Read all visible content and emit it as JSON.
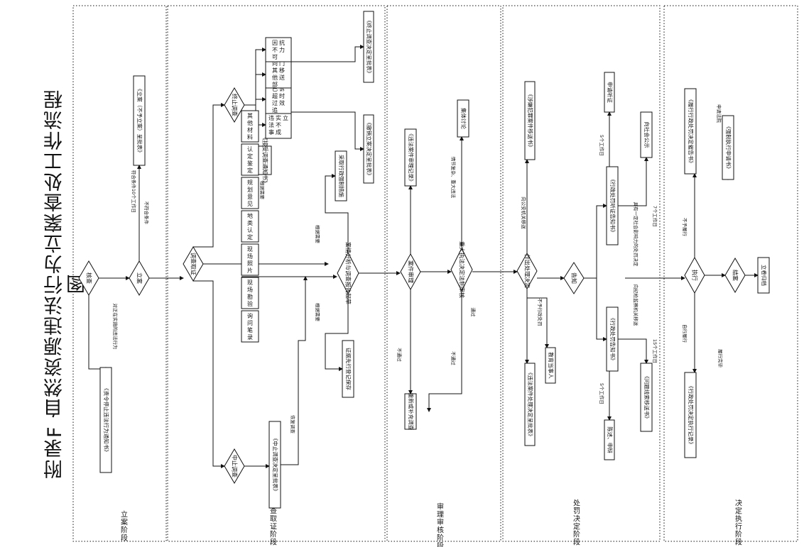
{
  "title": "附录F 自然资源违法行为立案查处工作流程图",
  "stages": [
    {
      "id": "s1",
      "label": "立案阶段"
    },
    {
      "id": "s2",
      "label": "调查取证阶段"
    },
    {
      "id": "s3",
      "label": "审理审核阶段"
    },
    {
      "id": "s4",
      "label": "处罚决定阶段"
    },
    {
      "id": "s5",
      "label": "决定执行阶段"
    }
  ],
  "nodes": [
    {
      "id": "hecha",
      "label": "核查",
      "shape": "diamond"
    },
    {
      "id": "tingzhi",
      "label": "《责令停止违法行为通知书》",
      "shape": "rect"
    },
    {
      "id": "lian",
      "label": "立案",
      "shape": "diamond"
    },
    {
      "id": "buyu",
      "label": "《立案（不予立案）呈批表》",
      "shape": "rect"
    },
    {
      "id": "diaocha",
      "label": "调查取证",
      "shape": "diamond"
    },
    {
      "id": "zhongzhi_d",
      "label": "中止调查",
      "shape": "diamond"
    },
    {
      "id": "zhongzhi_r",
      "label": "《中止调查决定呈批表》",
      "shape": "rect"
    },
    {
      "id": "zhongjie_d",
      "label": "终止调查",
      "shape": "diamond"
    },
    {
      "id": "xunwen",
      "label": "询问笔录",
      "shape": "rect"
    },
    {
      "id": "kancha",
      "label": "现场勘验",
      "shape": "rect"
    },
    {
      "id": "zhaopian",
      "label": "现场照片",
      "shape": "rect"
    },
    {
      "id": "dilei",
      "label": "地类认定",
      "shape": "rect"
    },
    {
      "id": "guihua",
      "label": "规划意见",
      "shape": "rect"
    },
    {
      "id": "jianding",
      "label": "认定鉴定",
      "shape": "rect"
    },
    {
      "id": "qita",
      "label": "其他材料",
      "shape": "rect"
    },
    {
      "id": "jieshou",
      "label": "《接受调查通知书》",
      "shape": "rect"
    },
    {
      "id": "weifa_bu",
      "label": "违法事实不成立",
      "shape": "rect"
    },
    {
      "id": "yichao",
      "label": "已超过追诉时效",
      "shape": "rect"
    },
    {
      "id": "yisong",
      "label": "向其他部门移送",
      "shape": "rect"
    },
    {
      "id": "buke",
      "label": "因不可抗力",
      "shape": "rect"
    },
    {
      "id": "zhongzhi_b",
      "label": "《终止调查决定呈批表》",
      "shape": "rect"
    },
    {
      "id": "cexiao",
      "label": "《撤销立案决定呈批表》",
      "shape": "rect"
    },
    {
      "id": "fenxi",
      "label": "案情分析与调查报告起草",
      "shape": "diamond"
    },
    {
      "id": "qiangzhi",
      "label": "采取行政强制措施",
      "shape": "rect"
    },
    {
      "id": "zhengju",
      "label": "证据先行登记保存",
      "shape": "rect"
    },
    {
      "id": "shenli",
      "label": "案件审理",
      "shape": "diamond"
    },
    {
      "id": "shenlijilu",
      "label": "《违法案件审理记录》",
      "shape": "rect"
    },
    {
      "id": "chongxin",
      "label": "重新或补充调查",
      "shape": "rect"
    },
    {
      "id": "zhongda",
      "label": "重大执法决定法制审核",
      "shape": "diamond"
    },
    {
      "id": "jiti",
      "label": "集体讨论",
      "shape": "rect"
    },
    {
      "id": "zuochu",
      "label": "作出处理决定",
      "shape": "diamond"
    },
    {
      "id": "shexian",
      "label": "《涉嫌犯罪案件移送书》",
      "shape": "rect"
    },
    {
      "id": "chuli_cp",
      "label": "《违法案件处理决定呈批表》",
      "shape": "rect"
    },
    {
      "id": "jiaoyu",
      "label": "教育当事人",
      "shape": "rect"
    },
    {
      "id": "gaozhi",
      "label": "告知",
      "shape": "diamond"
    },
    {
      "id": "tingzheng",
      "label": "《行政处罚听证告知书》",
      "shape": "rect"
    },
    {
      "id": "chufa_gz",
      "label": "《行政处罚告知书》",
      "shape": "rect"
    },
    {
      "id": "shenqing_tz",
      "label": "申请听证",
      "shape": "rect"
    },
    {
      "id": "chenshu",
      "label": "陈述、申辩",
      "shape": "rect"
    },
    {
      "id": "gongshi",
      "label": "向社会公示",
      "shape": "rect"
    },
    {
      "id": "wenti",
      "label": "《问题线索移送书》",
      "shape": "rect"
    },
    {
      "id": "zhixing",
      "label": "执行",
      "shape": "diamond"
    },
    {
      "id": "cuigao",
      "label": "《履行行政处罚决定催告书》",
      "shape": "rect"
    },
    {
      "id": "qiangzhi_sq",
      "label": "《强制执行申请书》",
      "shape": "rect"
    },
    {
      "id": "zhixing_jl",
      "label": "《行政处罚决定执行记录》",
      "shape": "rect"
    },
    {
      "id": "jiean",
      "label": "结案",
      "shape": "diamond"
    },
    {
      "id": "guidang",
      "label": "立卷归档",
      "shape": "rect"
    }
  ],
  "edges": [
    {
      "label": "对正在实施的违法行为"
    },
    {
      "label": "符合条件10个工作日"
    },
    {
      "label": "不符合条件"
    },
    {
      "label": "恢复调查"
    },
    {
      "label": "根据需要"
    },
    {
      "label": "根据需要"
    },
    {
      "label": "根据需要"
    },
    {
      "label": "不通过"
    },
    {
      "label": "不通过"
    },
    {
      "label": "情节复杂、重大违法"
    },
    {
      "label": "通过"
    },
    {
      "label": "向公安机关移送"
    },
    {
      "label": "不予行政处罚"
    },
    {
      "label": "5个工作日"
    },
    {
      "label": "5个工作日"
    },
    {
      "label": "7个工作日"
    },
    {
      "label": "15个工作日"
    },
    {
      "label": "具有一定社会影响力的处罚决定"
    },
    {
      "label": "向纪检监察机关移送"
    },
    {
      "label": "不予履行"
    },
    {
      "label": "申请法院"
    },
    {
      "label": "自行履行"
    },
    {
      "label": "履行完毕"
    }
  ]
}
